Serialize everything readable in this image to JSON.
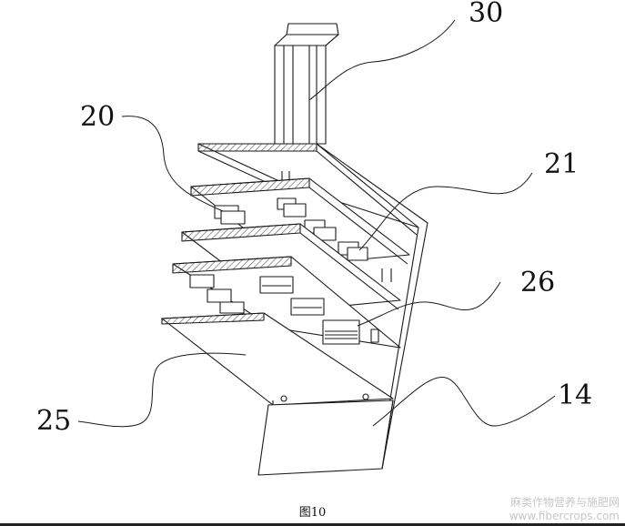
{
  "diagram": {
    "labels": {
      "l30": "30",
      "l20": "20",
      "l21": "21",
      "l26": "26",
      "l14": "14",
      "l25": "25"
    },
    "caption": "图10"
  },
  "watermark": {
    "line1": "麻类作物营养与施肥网",
    "line2": "www.fibercrops.com"
  },
  "colors": {
    "line": "#1a1a1a",
    "hatch": "#555555",
    "fill": "#ffffff"
  }
}
